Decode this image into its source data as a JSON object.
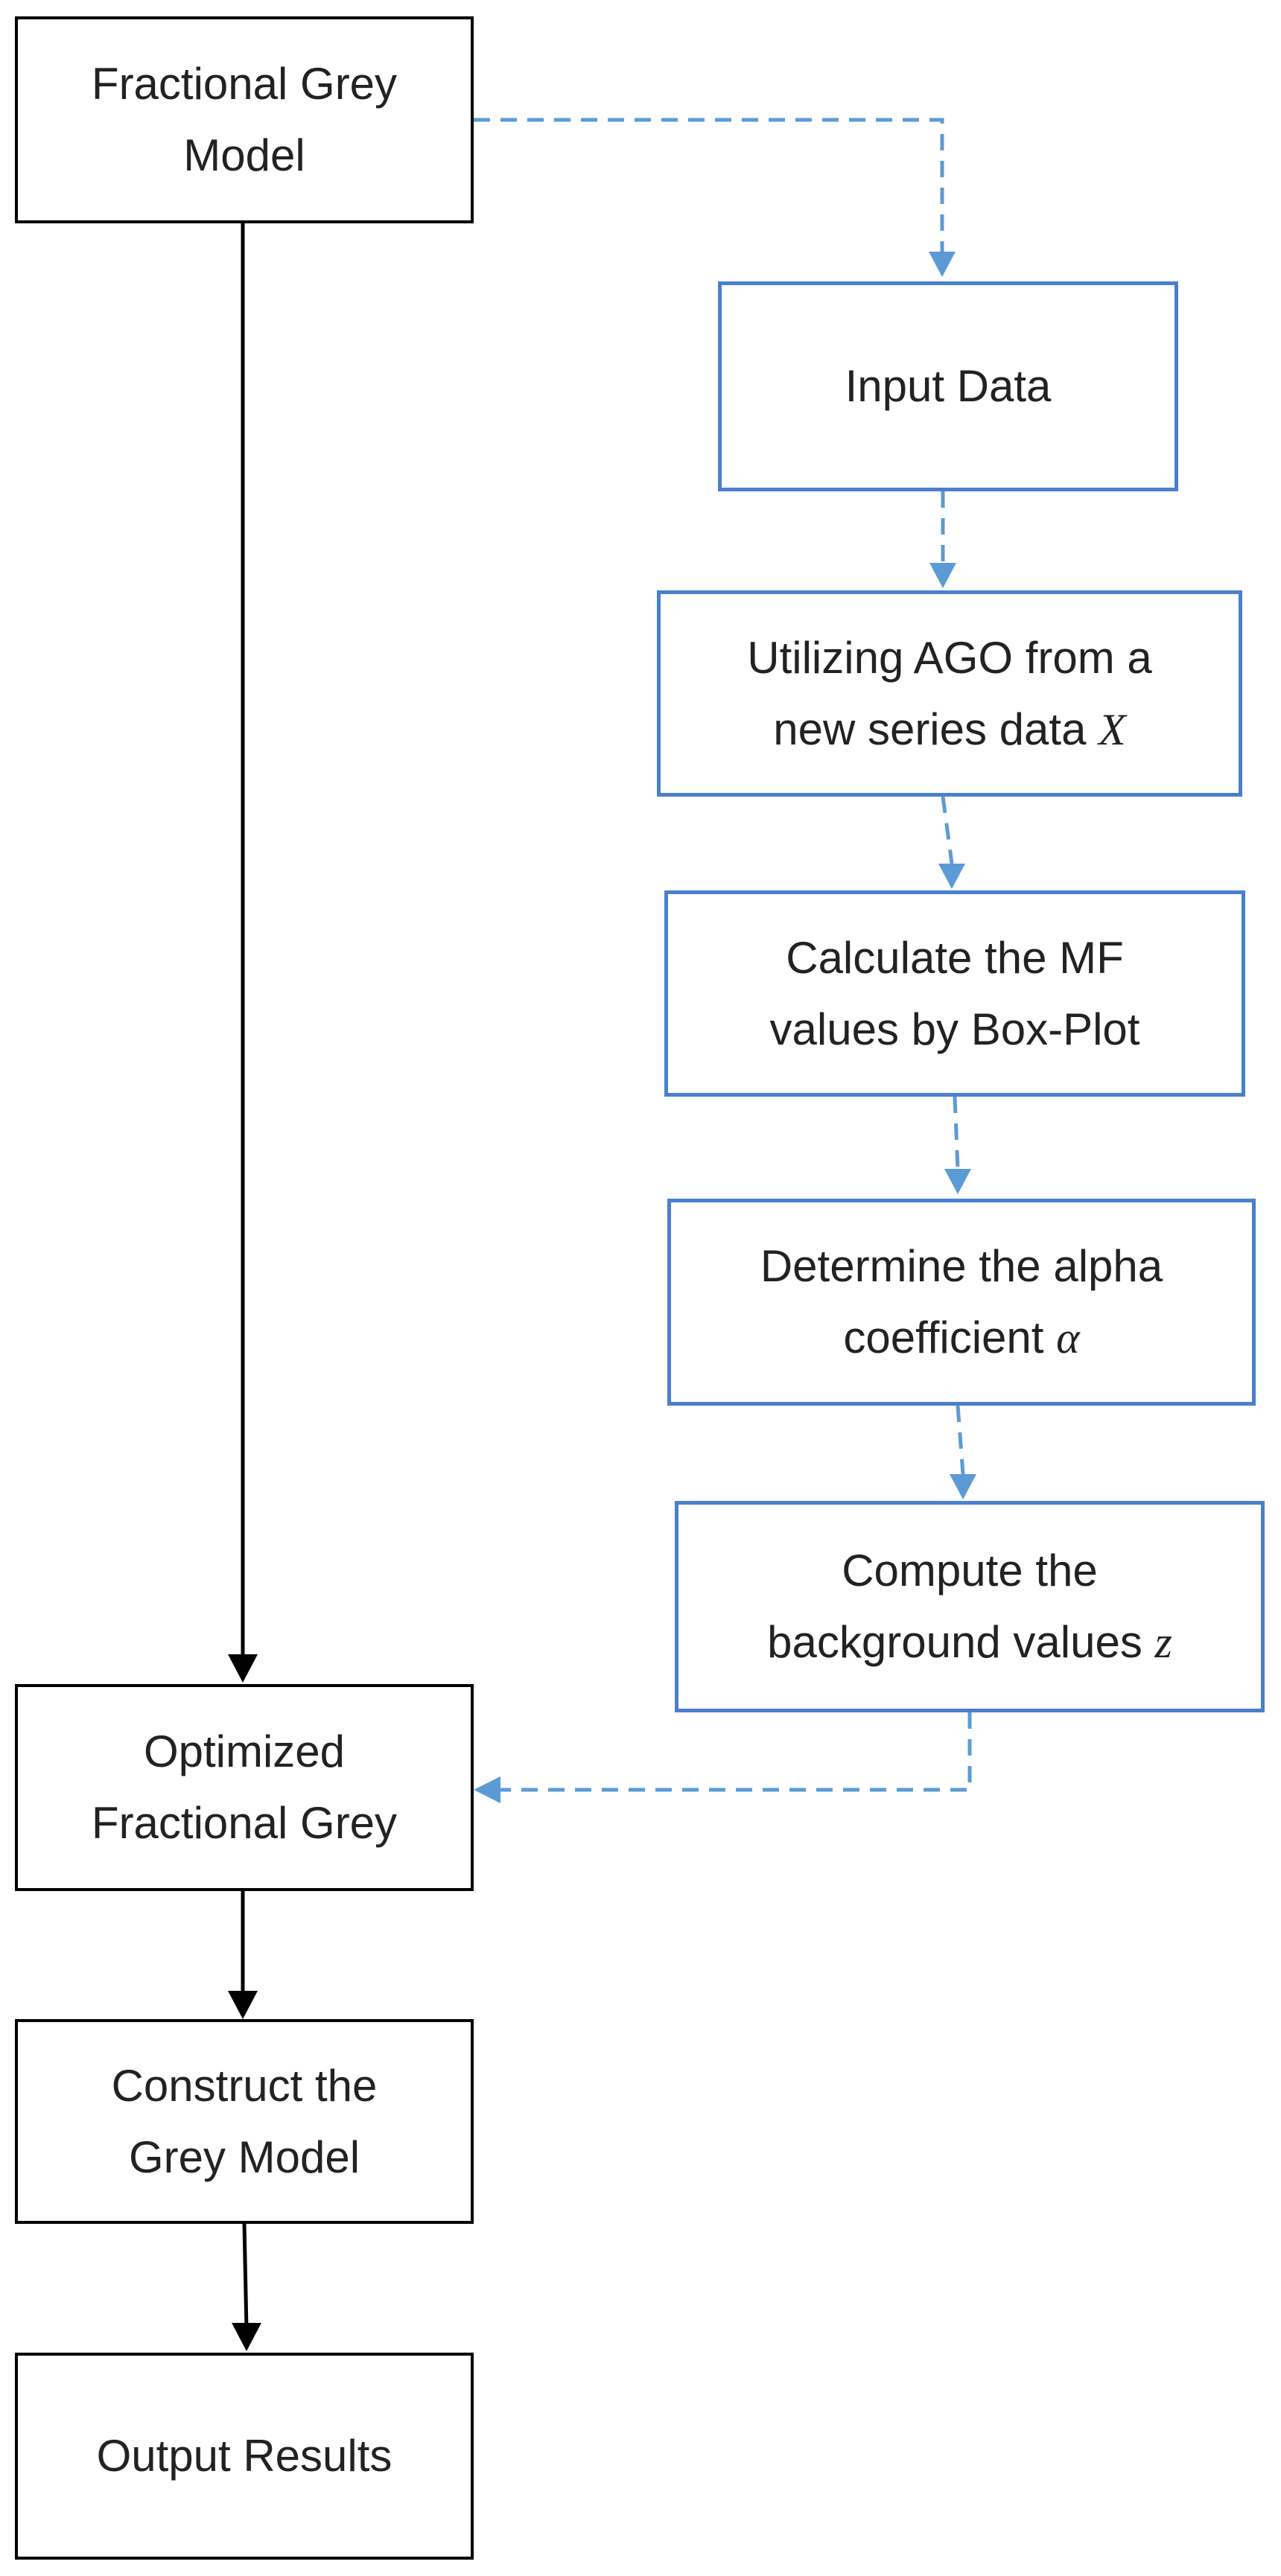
{
  "colors": {
    "black_stroke": "#000000",
    "blue_stroke": "#4a7fd0",
    "dashed_arrow": "#5b9bd5",
    "text": "#222222"
  },
  "nodes": {
    "fractional_grey_model": {
      "line1": "Fractional Grey",
      "line2": "Model"
    },
    "input_data": {
      "line1": "Input Data"
    },
    "utilizing_ago": {
      "line1": "Utilizing AGO from a",
      "line2": "new series data",
      "var": "X"
    },
    "calculate_mf": {
      "line1": "Calculate the MF",
      "line2": "values by Box-Plot"
    },
    "determine_alpha": {
      "line1": "Determine the alpha",
      "line2": "coefficient",
      "var": "α"
    },
    "compute_background": {
      "line1": "Compute the",
      "line2": "background values",
      "var": "z"
    },
    "optimized_fractional_grey": {
      "line1": "Optimized",
      "line2": "Fractional Grey"
    },
    "construct_grey_model": {
      "line1": "Construct the",
      "line2": "Grey Model"
    },
    "output_results": {
      "line1": "Output Results"
    }
  },
  "edges": [
    {
      "from": "fractional_grey_model",
      "to": "input_data",
      "style": "dashed"
    },
    {
      "from": "input_data",
      "to": "utilizing_ago",
      "style": "dashed"
    },
    {
      "from": "utilizing_ago",
      "to": "calculate_mf",
      "style": "dashed"
    },
    {
      "from": "calculate_mf",
      "to": "determine_alpha",
      "style": "dashed"
    },
    {
      "from": "determine_alpha",
      "to": "compute_background",
      "style": "dashed"
    },
    {
      "from": "compute_background",
      "to": "optimized_fractional_grey",
      "style": "dashed"
    },
    {
      "from": "fractional_grey_model",
      "to": "optimized_fractional_grey",
      "style": "solid"
    },
    {
      "from": "optimized_fractional_grey",
      "to": "construct_grey_model",
      "style": "solid"
    },
    {
      "from": "construct_grey_model",
      "to": "output_results",
      "style": "solid"
    }
  ]
}
